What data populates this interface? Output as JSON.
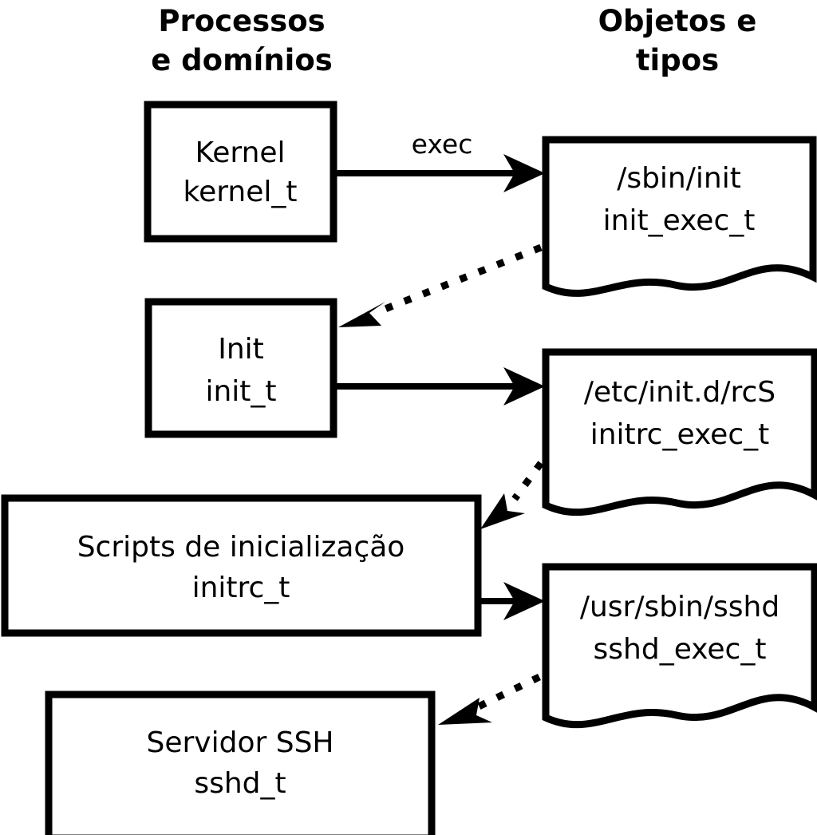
{
  "diagram": {
    "title_left": "Processos\ne domínios",
    "columns": [
      {
        "id": "processes",
        "line1": "Processos",
        "line2": "e domínios"
      },
      {
        "id": "objects",
        "line1": "Objetos e",
        "line2": "tipos"
      }
    ],
    "process_nodes": [
      {
        "id": "kernel",
        "name": "Kernel",
        "type": "kernel_t"
      },
      {
        "id": "init",
        "name": "Init",
        "type": "init_t"
      },
      {
        "id": "initrc",
        "name": "Scripts de inicialização",
        "type": "initrc_t"
      },
      {
        "id": "sshd",
        "name": "Servidor SSH",
        "type": "sshd_t"
      }
    ],
    "object_nodes": [
      {
        "id": "init-exec",
        "path": "/sbin/init",
        "type": "init_exec_t"
      },
      {
        "id": "initrc-exec",
        "path": "/etc/init.d/rcS",
        "type": "initrc_exec_t"
      },
      {
        "id": "sshd-exec",
        "path": "/usr/sbin/sshd",
        "type": "sshd_exec_t"
      }
    ],
    "edges": [
      {
        "id": "kernel-exec-init",
        "label": "exec",
        "style": "solid",
        "from": "kernel",
        "to": "init-exec"
      },
      {
        "id": "init-exec-transition-init",
        "label": "",
        "style": "dotted",
        "from": "init-exec",
        "to": "init"
      },
      {
        "id": "init-exec-initrc",
        "label": "",
        "style": "solid",
        "from": "init",
        "to": "initrc-exec"
      },
      {
        "id": "initrc-exec-transition-initrc",
        "label": "",
        "style": "dotted",
        "from": "initrc-exec",
        "to": "initrc"
      },
      {
        "id": "initrc-exec-sshd",
        "label": "",
        "style": "solid",
        "from": "initrc",
        "to": "sshd-exec"
      },
      {
        "id": "sshd-exec-transition-sshd",
        "label": "",
        "style": "dotted",
        "from": "sshd-exec",
        "to": "sshd"
      }
    ],
    "colors": {
      "stroke": "#000000",
      "fill": "#ffffff",
      "text": "#000000"
    }
  }
}
